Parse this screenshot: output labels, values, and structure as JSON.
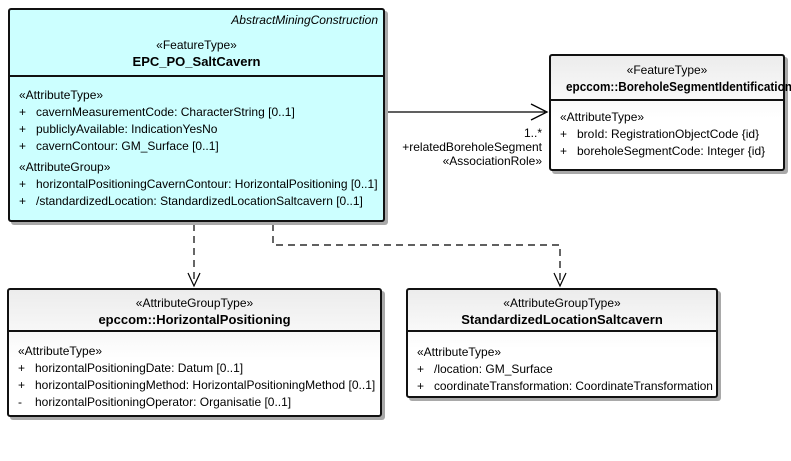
{
  "colors": {
    "cavern_fill": "#CCFFFF",
    "plain_fill": "#FFFFFF",
    "line": "#000000",
    "shadow": "#A9A9A9"
  },
  "salt_cavern": {
    "tag": "AbstractMiningConstruction",
    "stereotype": "«FeatureType»",
    "name": "EPC_PO_SaltCavern",
    "attr_type_header": "«AttributeType»",
    "attr_group_header": "«AttributeGroup»",
    "attributes": [
      {
        "vis": "+",
        "text": "cavernMeasurementCode: CharacterString [0..1]"
      },
      {
        "vis": "+",
        "text": "publiclyAvailable: IndicationYesNo"
      },
      {
        "vis": "+",
        "text": "cavernContour: GM_Surface [0..1]"
      }
    ],
    "group_attributes": [
      {
        "vis": "+",
        "text": "horizontalPositioningCavernContour: HorizontalPositioning [0..1]"
      },
      {
        "vis": "+",
        "text": "/standardizedLocation: StandardizedLocationSaltcavern [0..1]"
      }
    ]
  },
  "borehole": {
    "stereotype": "«FeatureType»",
    "name": "epccom::BoreholeSegmentIdentification",
    "attr_type_header": "«AttributeType»",
    "attributes": [
      {
        "vis": "+",
        "text": "broId: RegistrationObjectCode {id}"
      },
      {
        "vis": "+",
        "text": "boreholeSegmentCode: Integer {id}"
      }
    ]
  },
  "horizontal_positioning": {
    "stereotype": "«AttributeGroupType»",
    "name": "epccom::HorizontalPositioning",
    "attr_type_header": "«AttributeType»",
    "attributes": [
      {
        "vis": "+",
        "text": "horizontalPositioningDate: Datum [0..1]"
      },
      {
        "vis": "+",
        "text": "horizontalPositioningMethod: HorizontalPositioningMethod [0..1]"
      },
      {
        "vis": "-",
        "text": "horizontalPositioningOperator: Organisatie [0..1]"
      }
    ]
  },
  "standardized_location": {
    "stereotype": "«AttributeGroupType»",
    "name": "StandardizedLocationSaltcavern",
    "attr_type_header": "«AttributeType»",
    "attributes": [
      {
        "vis": "+",
        "text": "/location: GM_Surface"
      },
      {
        "vis": "+",
        "text": "coordinateTransformation: CoordinateTransformation"
      }
    ]
  },
  "association": {
    "multiplicity": "1..*",
    "role": "+relatedBoreholeSegment",
    "stereotype": "«AssociationRole»"
  }
}
